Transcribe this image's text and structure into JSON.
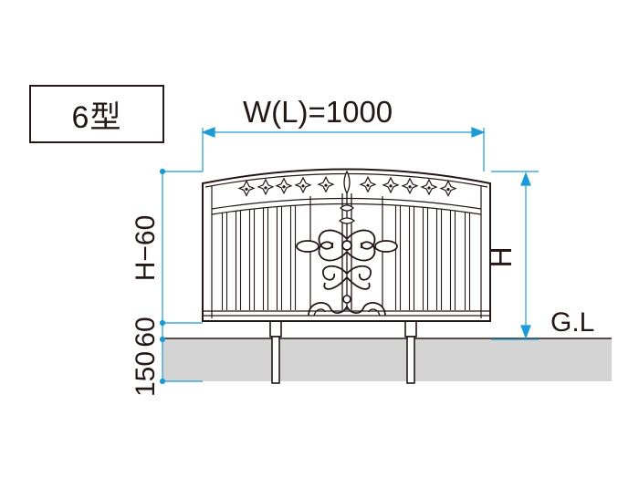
{
  "type_label": "6型",
  "width_label": "W(L)=1000",
  "height_label": "H",
  "ground_label": "G.L",
  "dims": {
    "fence_height": "H−60",
    "gap": "60",
    "embed": "150"
  },
  "colors": {
    "line": "#231815",
    "dimension": "#1a9ad6",
    "ground": "#d4d4d4",
    "fence_fill": "#ffffff"
  }
}
